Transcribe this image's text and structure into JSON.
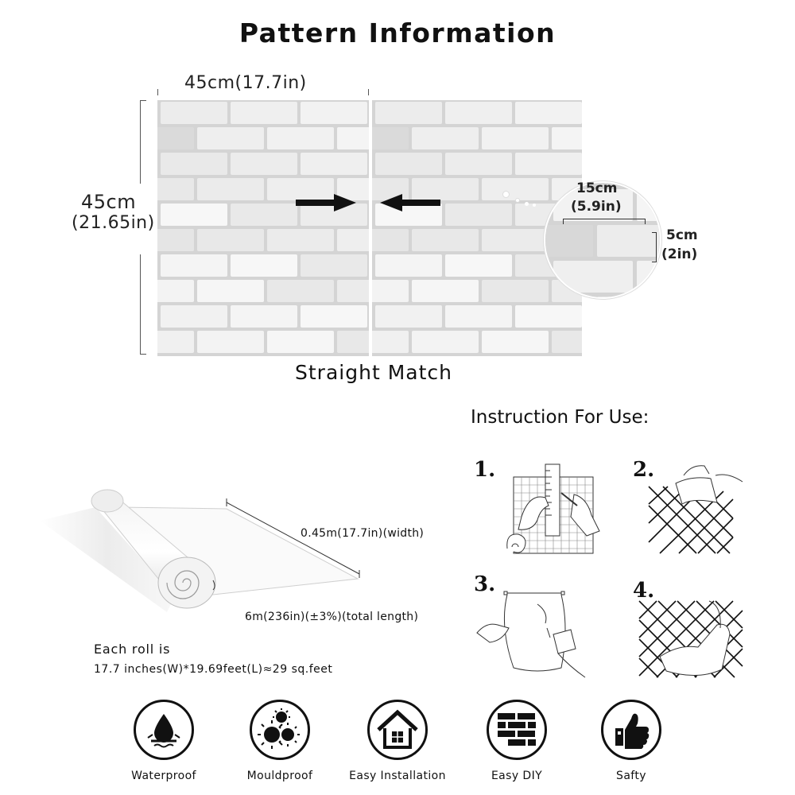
{
  "title": "Pattern Information",
  "pattern": {
    "width_label": "45cm(17.7in)",
    "height_cm": "45cm",
    "height_in": "(21.65in)",
    "brick_width_cm": "15cm",
    "brick_width_in": "(5.9in)",
    "brick_height_cm": "5cm",
    "brick_height_in": "(2in)",
    "match_label": "Straight Match"
  },
  "roll": {
    "width_label": "0.45m(17.7in)(width)",
    "length_label": "6m(236in)(±3%)(total length)",
    "each_roll_label": "Each roll is",
    "each_roll_detail": "17.7 inches(W)*19.69feet(L)≈29 sq.feet"
  },
  "instructions": {
    "title": "Instruction For Use:",
    "steps": [
      {
        "number": "1."
      },
      {
        "number": "2."
      },
      {
        "number": "3."
      },
      {
        "number": "4."
      }
    ]
  },
  "features": [
    {
      "label": "Waterproof",
      "icon": "water-drop-icon"
    },
    {
      "label": "Mouldproof",
      "icon": "mould-icon"
    },
    {
      "label": "Easy Installation",
      "icon": "house-icon"
    },
    {
      "label": "Easy DIY",
      "icon": "brick-wall-icon"
    },
    {
      "label": "Safty",
      "icon": "thumbs-up-icon"
    }
  ],
  "colors": {
    "brick": "#eeeeee",
    "mortar": "#d4d4d4",
    "text": "#111111"
  }
}
